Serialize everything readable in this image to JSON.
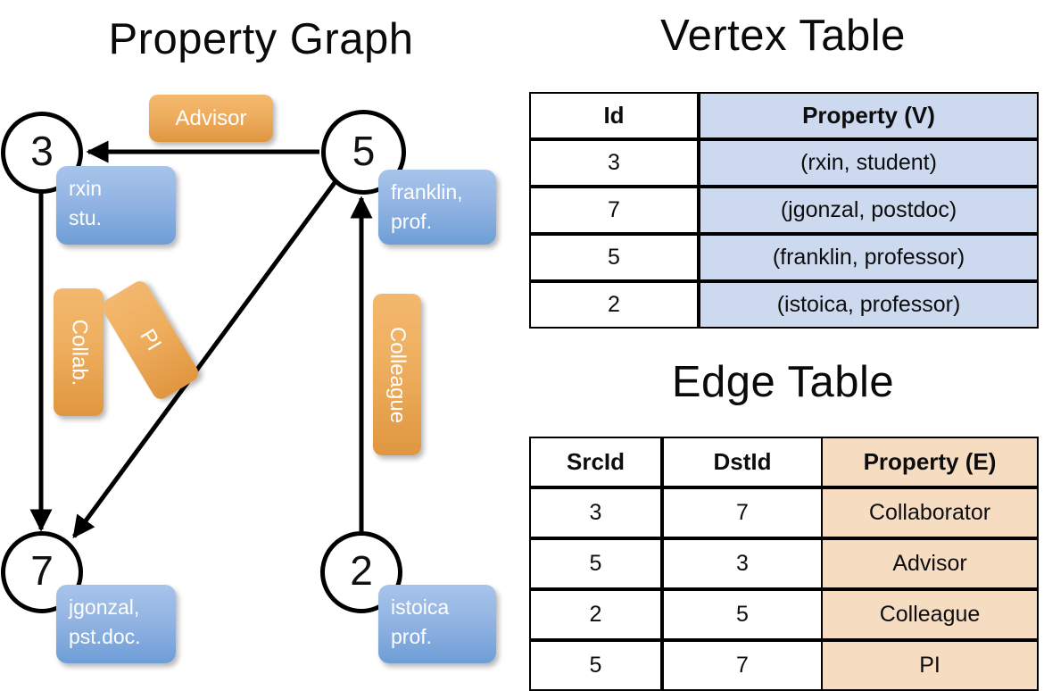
{
  "titles": {
    "property_graph": "Property Graph",
    "vertex_table": "Vertex Table",
    "edge_table": "Edge Table"
  },
  "graph": {
    "nodes": [
      {
        "id": "3",
        "property_lines": [
          "rxin",
          "stu."
        ]
      },
      {
        "id": "5",
        "property_lines": [
          "franklin,",
          "prof."
        ]
      },
      {
        "id": "7",
        "property_lines": [
          "jgonzal,",
          "pst.doc."
        ]
      },
      {
        "id": "2",
        "property_lines": [
          "istoica",
          "prof."
        ]
      }
    ],
    "edge_labels": [
      {
        "name": "advisor-label",
        "text": "Advisor"
      },
      {
        "name": "collab-label",
        "text": "Collab."
      },
      {
        "name": "pi-label",
        "text": "PI"
      },
      {
        "name": "colleague-label",
        "text": "Colleague"
      }
    ],
    "colors": {
      "node_fill": "#ffffff",
      "node_stroke": "#000000",
      "vertex_box": "#93b4e3",
      "edge_box": "#eeae5e",
      "edge_line": "#000000"
    }
  },
  "vertex_table": {
    "headers": [
      "Id",
      "Property (V)"
    ],
    "rows": [
      {
        "id": "3",
        "property": "(rxin, student)"
      },
      {
        "id": "7",
        "property": "(jgonzal, postdoc)"
      },
      {
        "id": "5",
        "property": "(franklin, professor)"
      },
      {
        "id": "2",
        "property": "(istoica, professor)"
      }
    ],
    "property_column_color": "#ccd9ef"
  },
  "edge_table": {
    "headers": [
      "SrcId",
      "DstId",
      "Property (E)"
    ],
    "rows": [
      {
        "src": "3",
        "dst": "7",
        "property": "Collaborator"
      },
      {
        "src": "5",
        "dst": "3",
        "property": "Advisor"
      },
      {
        "src": "2",
        "dst": "5",
        "property": "Colleague"
      },
      {
        "src": "5",
        "dst": "7",
        "property": "PI"
      }
    ],
    "property_column_color": "#f6ddc2"
  }
}
